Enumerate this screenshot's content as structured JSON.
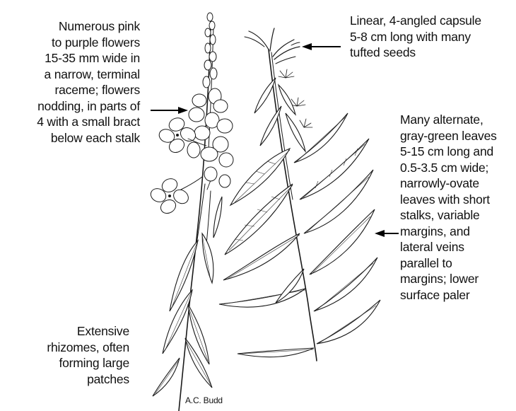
{
  "annotations": {
    "flowers": "Numerous pink\nto purple flowers\n15-35 mm wide in\na narrow, terminal\nraceme; flowers\nnodding, in parts of\n4 with a small bract\nbelow each stalk",
    "capsule": "Linear, 4-angled capsule\n5-8 cm long with many\ntufted seeds",
    "leaves": "Many alternate,\ngray-green leaves\n5-15 cm long and\n0.5-3.5 cm wide;\nnarrowly-ovate\nleaves with short\nstalks, variable\nmargins, and\nlateral veins\nparallel to\nmargins; lower\nsurface paler",
    "rhizomes": "Extensive\nrhizomes, often\nforming large\npatches"
  },
  "credit": "A.C. Budd"
}
